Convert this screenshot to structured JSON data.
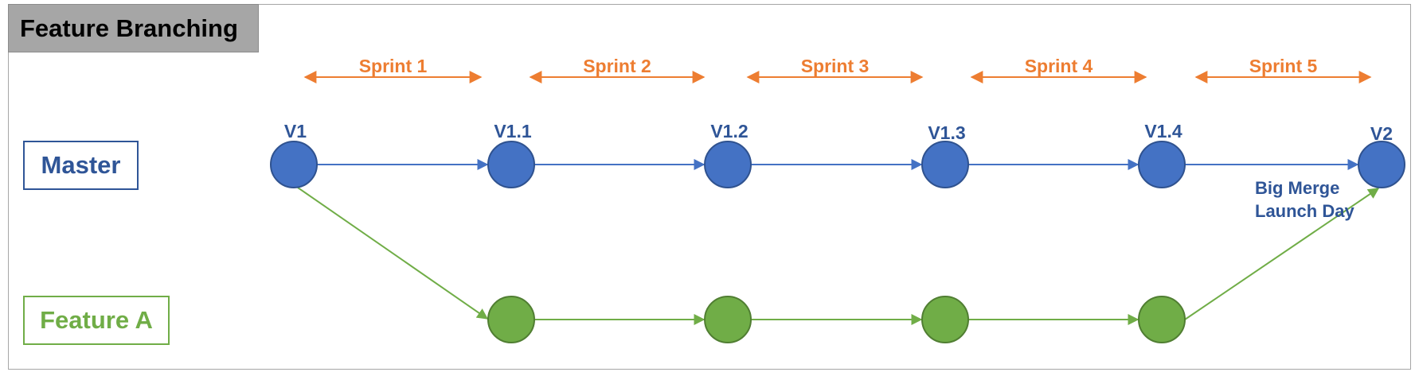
{
  "title": "Feature Branching",
  "lanes": {
    "master": "Master",
    "feature": "Feature A"
  },
  "sprints": [
    "Sprint 1",
    "Sprint 2",
    "Sprint 3",
    "Sprint 4",
    "Sprint 5"
  ],
  "master_versions": [
    "V1",
    "V1.1",
    "V1.2",
    "V1.3",
    "V1.4",
    "V2"
  ],
  "merge_note": {
    "line1": "Big Merge",
    "line2": "Launch Day"
  },
  "colors": {
    "master": "#4472c4",
    "master_text": "#2f5597",
    "feature": "#70ad47",
    "sprint": "#ed7d31",
    "title_bg": "#a6a6a6"
  }
}
